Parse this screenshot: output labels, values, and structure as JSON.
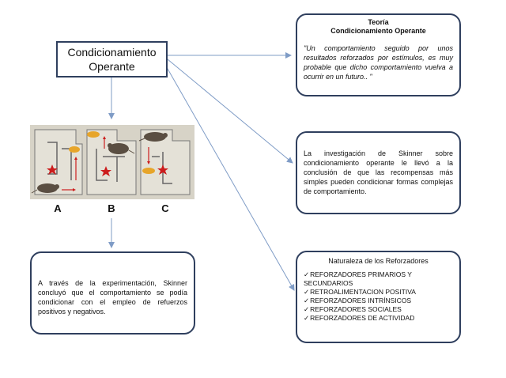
{
  "main": {
    "line1": "Condicionamiento",
    "line2": "Operante"
  },
  "theory": {
    "title1": "Teoría",
    "title2": "Condicionamiento Operante",
    "quote": "\"Un comportamiento seguido por unos resultados reforzados por estímulos, es muy probable que dicho comportamiento vuelva a ocurrir en un futuro.. \""
  },
  "skinner": {
    "text": "La investigación de Skinner sobre condicionamiento operante le llevó a la conclusión de que las recompensas más simples pueden condicionar formas complejas de comportamiento."
  },
  "reinforcers": {
    "title": "Naturaleza de los Reforzadores",
    "check": "✓",
    "items": [
      "REFORZADORES PRIMARIOS Y SECUNDARIOS",
      "RETROALIMENTACION POSITIVA",
      "REFORZADORES INTRÍNSICOS",
      "REFORZADORES SOCIALES",
      "REFORZADORES DE ACTIVIDAD"
    ]
  },
  "experiment": {
    "text": "A través de la experimentación, Skinner concluyó que el comportamiento se podía condicionar con el empleo de refuerzos positivos y negativos."
  },
  "illustration": {
    "labels": [
      "A",
      "B",
      "C"
    ]
  },
  "colors": {
    "border": "#2f3f5e",
    "arrow": "#7f9cc6",
    "panel": "#d7d3c7",
    "wall": "#c4c0b2",
    "star": "#cc1d1d"
  }
}
